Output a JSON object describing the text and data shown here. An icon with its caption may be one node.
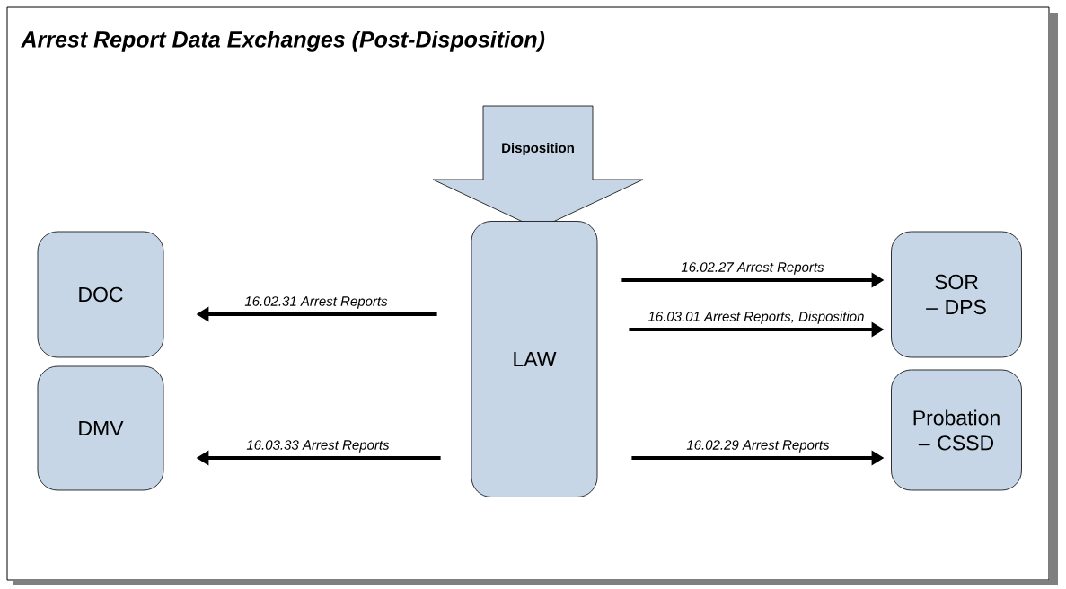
{
  "diagram": {
    "title": "Arrest Report Data Exchanges (Post-Disposition)",
    "nodes": [
      {
        "text": [
          "Disposition"
        ]
      },
      {
        "text": [
          "DOC"
        ]
      },
      {
        "text": [
          "DMV"
        ]
      },
      {
        "text": [
          "LAW"
        ]
      },
      {
        "text": [
          "SOR – DPS"
        ]
      },
      {
        "text": [
          "Probation – CSSD"
        ]
      }
    ],
    "edges": [
      {
        "from": 3,
        "to": 4,
        "arrow": "to",
        "label": "16.02.27 Arrest Reports"
      },
      {
        "from": 3,
        "to": 1,
        "arrow": "to",
        "label": "16.02.31 Arrest Reports"
      },
      {
        "from": 3,
        "to": 4,
        "arrow": "to",
        "label": "16.03.01 Arrest Reports, Disposition"
      },
      {
        "from": 3,
        "to": 2,
        "arrow": "to",
        "label": "16.03.33 Arrest Reports"
      },
      {
        "from": 3,
        "to": 5,
        "arrow": "to",
        "label": "16.02.29 Arrest Reports"
      }
    ]
  }
}
